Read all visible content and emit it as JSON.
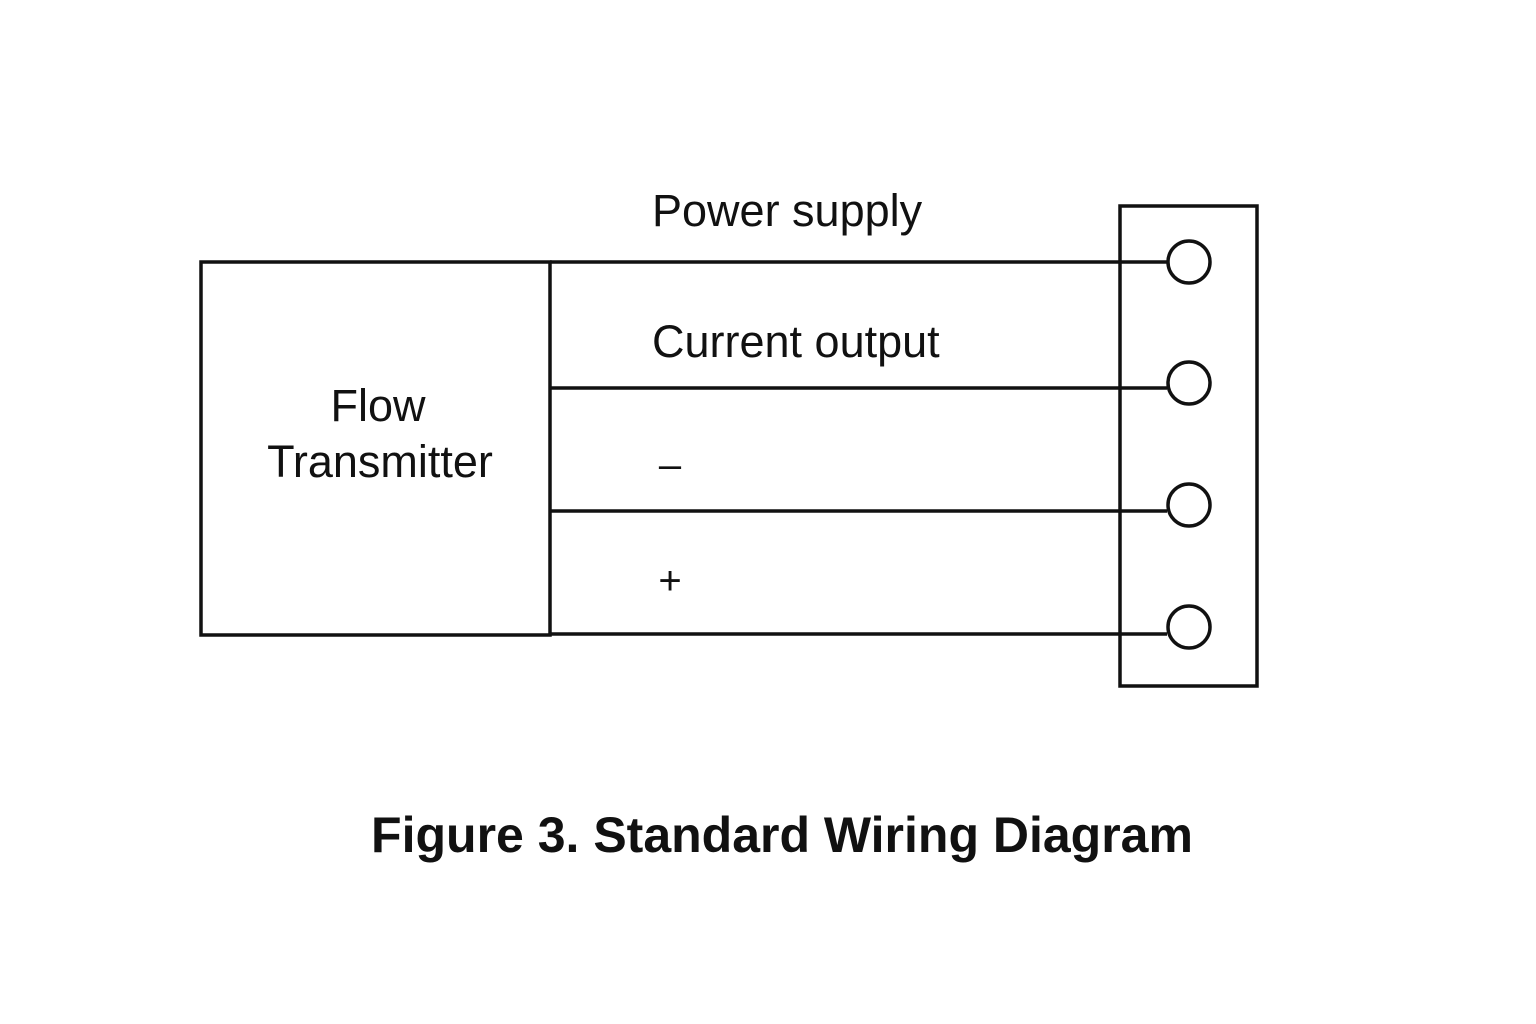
{
  "diagram": {
    "device": {
      "line1": "Flow",
      "line2": "Transmitter"
    },
    "wires": [
      {
        "label": "Power supply"
      },
      {
        "label": "Current output"
      },
      {
        "label": "–"
      },
      {
        "label": "+"
      }
    ],
    "terminal_block": {
      "terminal_count": 4
    },
    "caption": "Figure 3. Standard Wiring Diagram",
    "colors": {
      "line": "#111111",
      "background": "#ffffff"
    }
  }
}
